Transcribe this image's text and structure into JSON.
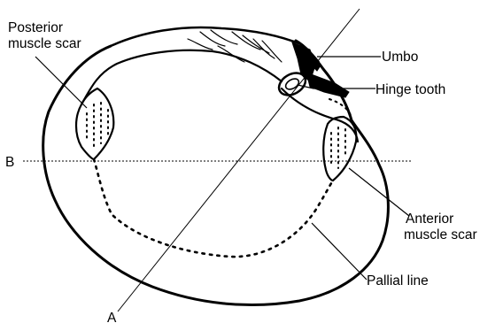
{
  "diagram": {
    "labels": {
      "posterior_scar_line1": "Posterior",
      "posterior_scar_line2": "muscle scar",
      "umbo": "Umbo",
      "hinge_tooth": "Hinge tooth",
      "anterior_scar_line1": "Anterior",
      "anterior_scar_line2": "muscle scar",
      "pallial_line": "Pallial line",
      "axis_a": "A",
      "axis_b": "B"
    }
  }
}
